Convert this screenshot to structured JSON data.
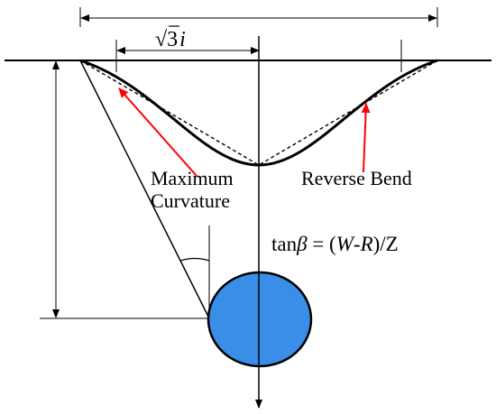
{
  "diagram": {
    "labels": {
      "width_marker": "√3",
      "width_marker_var": "i",
      "max_curvature_line1": "Maximum",
      "max_curvature_line2": "Curvature",
      "reverse_bend": "Reverse Bend",
      "angle_formula": {
        "fn": "tan",
        "beta": "β",
        "eq": " = (",
        "w": "W",
        "dash": "-",
        "r": "R",
        "close": ")/Z"
      }
    },
    "colors": {
      "line": "#000000",
      "annotation_arrow": "#ff0000",
      "circle_fill": "#3b8ee8",
      "background": "#ffffff"
    }
  }
}
